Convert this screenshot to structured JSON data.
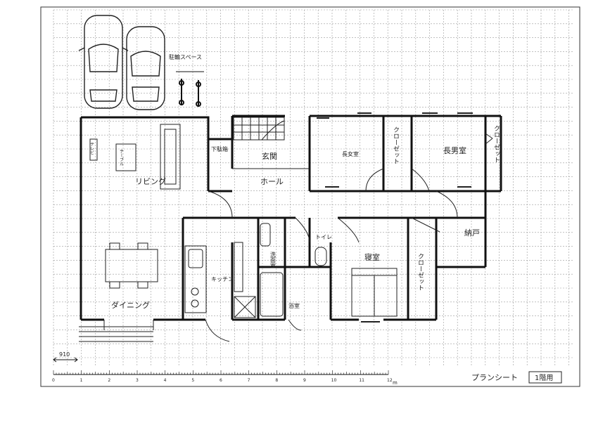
{
  "sheet": {
    "title": "プランシート",
    "floor_label": "1階用",
    "scale_note": "910",
    "scale_unit": "m",
    "ruler_numbers": [
      "0",
      "1",
      "2",
      "3",
      "4",
      "5",
      "6",
      "7",
      "8",
      "9",
      "10",
      "11",
      "12"
    ]
  },
  "parking_label": "駐輪スペース",
  "rooms": {
    "living": "リビング",
    "dining": "ダイニング",
    "kitchen": "キッチン",
    "hall": "ホール",
    "entrance": "玄関",
    "shoe_storage": "下駄箱",
    "eldest_daughter": "長女室",
    "eldest_son": "長男室",
    "closet1": "クローゼット",
    "closet2": "クローゼット",
    "closet3": "クローゼット",
    "storage": "納戸",
    "bedroom": "寝室",
    "toilet": "トイレ",
    "washroom": "洗面室",
    "bath": "浴室",
    "tv": "テレビ",
    "table": "テーブル"
  },
  "colors": {
    "grid": "#9a9a9a",
    "wall": "#111111",
    "frame": "#333333"
  }
}
